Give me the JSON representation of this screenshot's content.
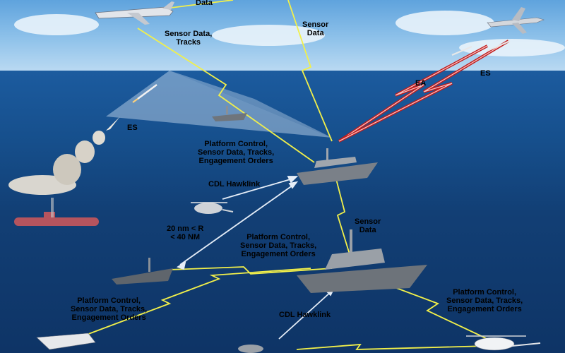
{
  "labels": {
    "data_top": "Data",
    "sensor_data_tracks_top": "Sensor Data,\nTracks",
    "sensor_data_top_right": "Sensor\nData",
    "ea": "EA",
    "es_right": "ES",
    "es_left": "ES",
    "platform_control_top": "Platform Control,\nSensor Data, Tracks,\nEngagement Orders",
    "cdl_hawklink_top": "CDL Hawklink",
    "sensor_data_middle": "Sensor\nData",
    "range": "20 nm < R\n< 40 NM",
    "platform_control_middle": "Platform Control,\nSensor Data, Tracks,\nEngagement Orders",
    "platform_control_left": "Platform Control,\nSensor Data, Tracks,\nEngagement Orders",
    "cdl_hawklink_bottom": "CDL Hawklink",
    "platform_control_right": "Platform Control,\nSensor Data, Tracks,\nEngagement Orders"
  },
  "colors": {
    "datalink": "#f2f04a",
    "threat_beam": "#c01a1a",
    "two_way_link": "#e6eef8",
    "sea": "#164f8c",
    "sky": "#8fc2ea",
    "submarine": "#b5545e"
  }
}
